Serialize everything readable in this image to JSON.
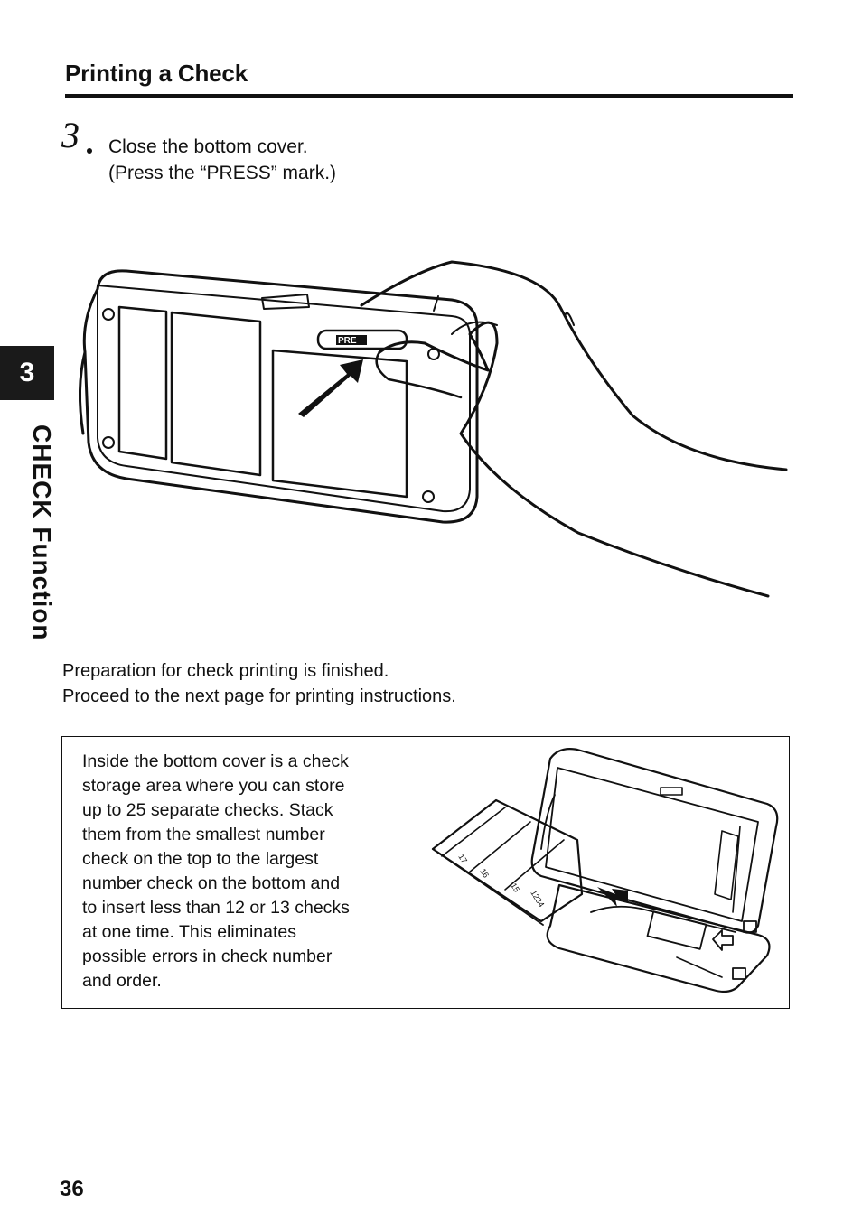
{
  "header": {
    "section_title": "Printing a Check"
  },
  "chapter_tab": {
    "number": "3",
    "label": "CHECK Function"
  },
  "step": {
    "number": "3",
    "lines": [
      "Close the bottom cover.",
      "(Press the “PRESS” mark.)"
    ]
  },
  "main_illustration": {
    "button_text": "PRE"
  },
  "body": {
    "lines": [
      "Preparation for check printing is finished.",
      "Proceed to the next page for printing instructions."
    ]
  },
  "note": {
    "lines": [
      "Inside the bottom cover is a check",
      "storage area where you can store",
      "up to 25 separate checks. Stack",
      "them from the smallest number",
      "check on the top to the largest",
      "number check on the bottom and",
      "to insert less than 12 or 13 checks",
      "at one time. This eliminates",
      "possible errors in check number",
      "and order."
    ],
    "check_numbers": [
      "17",
      "16",
      "15",
      "1234"
    ]
  },
  "footer": {
    "page_number": "36"
  }
}
